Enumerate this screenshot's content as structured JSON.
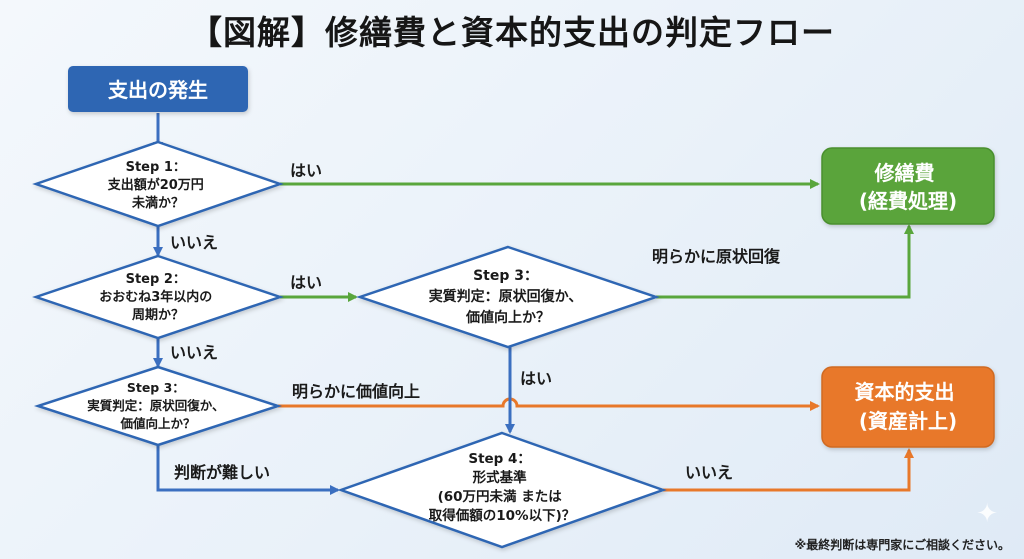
{
  "title": "【図解】修繕費と資本的支出の判定フロー",
  "start": {
    "label": "支出の発生"
  },
  "step1": {
    "line1": "Step 1：",
    "line2": "支出額が20万円",
    "line3": "未満か？"
  },
  "step2": {
    "line1": "Step 2：",
    "line2": "おおむね3年以内の",
    "line3": "周期か？"
  },
  "step3_left": {
    "line1": "Step 3：",
    "line2": "実質判定：原状回復か、",
    "line3": "価値向上か？"
  },
  "step3_mid": {
    "line1": "Step 3：",
    "line2": "実質判定：原状回復か、",
    "line3": "価値向上か？"
  },
  "step4": {
    "line1": "Step 4：",
    "line2": "形式基準",
    "line3": "(60万円未満 または",
    "line4": "取得価額の10%以下)？"
  },
  "repair": {
    "line1": "修繕費",
    "line2": "(経費処理)"
  },
  "capital": {
    "line1": "資本的支出",
    "line2": "(資産計上)"
  },
  "edge_labels": {
    "yes1": "はい",
    "no1": "いいえ",
    "yes2": "はい",
    "no2": "いいえ",
    "restore": "明らかに原状回復",
    "value_up": "明らかに価値向上",
    "yes3": "はい",
    "hard": "判断が難しい",
    "no4": "いいえ"
  },
  "footnote": "※最終判断は専門家にご相談ください。",
  "colors": {
    "start_box": "#2f66b3",
    "repair_box": "#5aa43b",
    "capital_box": "#e8782a",
    "blue_line": "#3b6fc0",
    "green_line": "#59a63c",
    "orange_line": "#e8782a",
    "diamond_border": "#2f66b3"
  },
  "icons": {
    "sparkle": "sparkle-icon"
  }
}
